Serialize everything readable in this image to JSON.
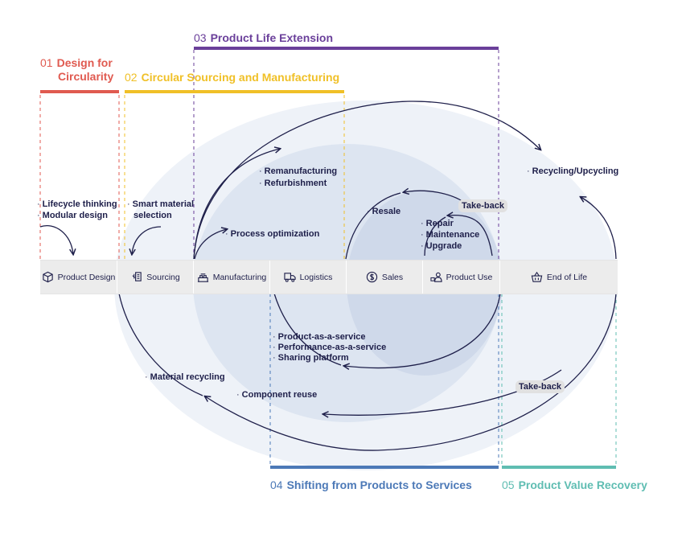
{
  "headers": {
    "design": {
      "num": "01",
      "title_line1": "Design for",
      "title_line2": "Circularity",
      "color": "#e05a50"
    },
    "sourcing": {
      "num": "02",
      "title": "Circular Sourcing and Manufacturing",
      "color": "#f0c027"
    },
    "extension": {
      "num": "03",
      "title": "Product Life Extension",
      "color": "#6a3f9a"
    },
    "services": {
      "num": "04",
      "title": "Shifting from Products to Services",
      "color": "#4c79b7"
    },
    "recovery": {
      "num": "05",
      "title": "Product Value Recovery",
      "color": "#5fbdb2"
    }
  },
  "stages": [
    {
      "label": "Product Design",
      "icon": "box-icon"
    },
    {
      "label": "Sourcing",
      "icon": "sourcing-icon"
    },
    {
      "label": "Manufacturing",
      "icon": "factory-icon"
    },
    {
      "label": "Logistics",
      "icon": "truck-icon"
    },
    {
      "label": "Sales",
      "icon": "dollar-icon"
    },
    {
      "label": "Product Use",
      "icon": "users-icon"
    },
    {
      "label": "End of Life",
      "icon": "basket-icon"
    }
  ],
  "notes": {
    "design": [
      "Lifecycle thinking",
      "Modular design"
    ],
    "sourcing": [
      "Smart material",
      "selection"
    ],
    "manufacturing": [
      "Process optimization"
    ],
    "extension_outer": [
      "Remanufacturing",
      "Refurbishment"
    ],
    "resale": [
      "Resale"
    ],
    "repair": [
      "Repair",
      "Maintenance",
      "Upgrade"
    ],
    "recycling": [
      "Recycling/Upcycling"
    ],
    "services": [
      "Product-as-a-service",
      "Performance-as-a-service",
      "Sharing platform"
    ],
    "material": [
      "Material recycling"
    ],
    "component": [
      "Component reuse"
    ]
  },
  "pills": {
    "takeback_top": "Take-back",
    "takeback_bottom": "Take-back"
  },
  "colors": {
    "ink": "#1e1f4a",
    "fill_outer": "#eef2f8",
    "fill_mid": "#dde5f1",
    "fill_inner": "#cfd9ea"
  }
}
